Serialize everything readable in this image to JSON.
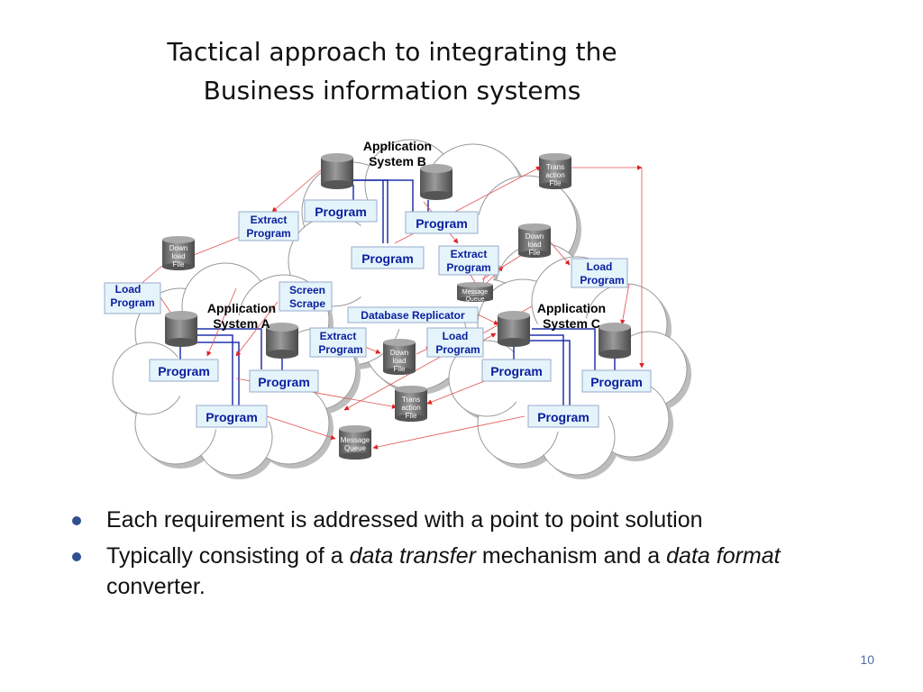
{
  "slide": {
    "title_line1": "Tactical approach to integrating the",
    "title_line2": "Business information systems",
    "page_number": "10"
  },
  "bullets": {
    "b1": "Each requirement is addressed with a point to point solution",
    "b2_pre": "Typically consisting of a ",
    "b2_em1": "data transfer",
    "b2_mid": " mechanism and a ",
    "b2_em2": "data format",
    "b2_post": " converter."
  },
  "diagram": {
    "colors": {
      "cloud_fill": "#ffffff",
      "cloud_shadow": "#bbbbbb",
      "box_fill": "#e4f4fa",
      "box_text": "#0a1e9e",
      "link_blue": "#2233aa",
      "arrow_red": "#e05050",
      "cylinder": "#777777"
    },
    "systems": {
      "a_line1": "Application",
      "a_line2": "System A",
      "b_line1": "Application",
      "b_line2": "System B",
      "c_line1": "Application",
      "c_line2": "System C"
    },
    "programs": {
      "b1": "Program",
      "b2": "Program",
      "b3": "Program",
      "a1": "Program",
      "a2": "Program",
      "a3": "Program",
      "c1": "Program",
      "c2": "Program",
      "c3": "Program"
    },
    "boxes": {
      "extract_b_1": "Extract",
      "extract_b_2": "Program",
      "extract_bc_1": "Extract",
      "extract_bc_2": "Program",
      "load_a_1": "Load",
      "load_a_2": "Program",
      "screen_1": "Screen",
      "screen_2": "Scrape",
      "replicator": "Database Replicator",
      "extract_ac_1": "Extract",
      "extract_ac_2": "Program",
      "load_ac_1": "Load",
      "load_ac_2": "Program",
      "load_c_1": "Load",
      "load_c_2": "Program"
    },
    "files": {
      "download_left": [
        "Down",
        "load",
        "File"
      ],
      "download_right": [
        "Down",
        "load",
        "File"
      ],
      "download_mid": [
        "Down",
        "load",
        "File"
      ],
      "trans_top": [
        "Trans",
        "action",
        "File"
      ],
      "trans_mid": [
        "Trans",
        "action",
        "File"
      ],
      "queue_mid": [
        "Message",
        "Queue"
      ],
      "queue_bottom": [
        "Message",
        "Queue"
      ]
    }
  }
}
